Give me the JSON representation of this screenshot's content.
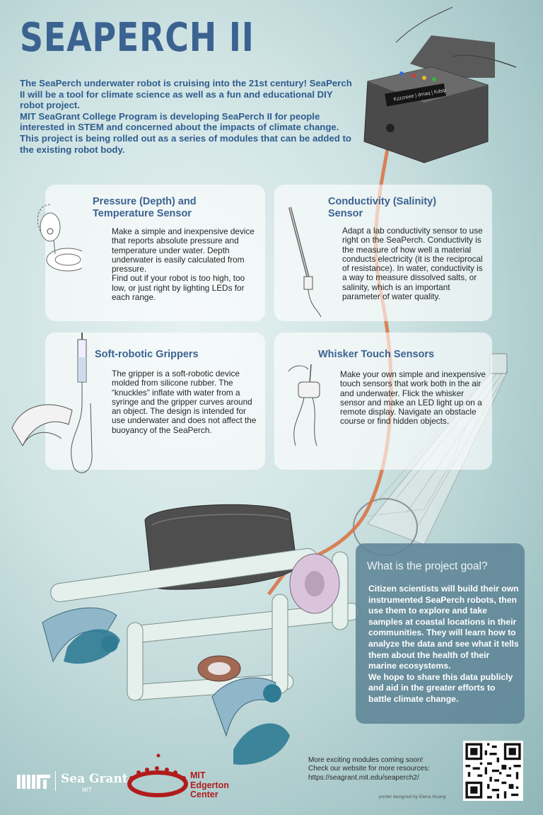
{
  "title": "SEAPERCH II",
  "intro": {
    "line1": "The SeaPerch underwater robot is cruising into the 21st century! SeaPerch II will be a tool for climate science as well as a fun and educational DIY robot project.",
    "line2": "MIT SeaGrant College Program is developing SeaPerch II for people interested in STEM and concerned about the impacts of climate change.  This project is being rolled out as a series of modules that can be added to the existing robot body."
  },
  "cards": [
    {
      "title": "Pressure (Depth) and Temperature Sensor",
      "body1": "Make a simple and inexpensive device that reports absolute pressure and temperature under water. Depth underwater is easily calculated from pressure.",
      "body2": "Find out if your robot is too high, too low, or just right by lighting LEDs for each range."
    },
    {
      "title": "Conductivity (Salinity) Sensor",
      "body1": "Adapt a lab conductivity sensor to use right on the SeaPerch. Conductivity is the measure of how well a material conducts electricity (it is the reciprocal of resistance). In water, conductivity is a way to measure dissolved salts, or salinity, which is an important parameter of water quality."
    },
    {
      "title": "Soft-robotic Grippers",
      "body1": "The gripper is a soft-robotic device molded from silicone rubber. The “knuckles” inflate with water from a syringe and the gripper curves around an object. The design is intended for use underwater and does not affect the buoyancy of the SeaPerch."
    },
    {
      "title": "Whisker Touch Sensors",
      "body1": "Make your own simple and inexpensive touch sensors that work both in the air and underwater. Flick the whisker sensor and make an LED light up on a remote display. Navigate an obstacle course or find hidden objects."
    }
  ],
  "goal": {
    "title": "What is the project goal?",
    "body1": "Citizen scientists will build their own instrumented SeaPerch robots, then use them to explore and take samples at coastal locations in their communities.  They will learn how to analyze the data and see what it tells them about the health of their marine ecosystems.",
    "body2": "We hope to share this data publicly and aid in the greater efforts to battle climate change."
  },
  "footer": {
    "line1": "More exciting modules coming soon!",
    "line2": "Check our website for more resources:",
    "url": "https://seagrant.mit.edu/seaperch2/"
  },
  "credit": "poster designed by Elena Huang",
  "display_text": "Kzzzreee | dmaq | Kdsip",
  "logos": {
    "mit": "MIT",
    "seagrant": "Sea Grant",
    "seagrant_sub": "MIT",
    "edgerton1": "MIT",
    "edgerton2": "Edgerton",
    "edgerton3": "Center"
  },
  "colors": {
    "title_blue": "#3b6391",
    "tether_orange": "#d9703f",
    "goal_panel": "#5e8596",
    "edgerton_red": "#b11c1c"
  }
}
